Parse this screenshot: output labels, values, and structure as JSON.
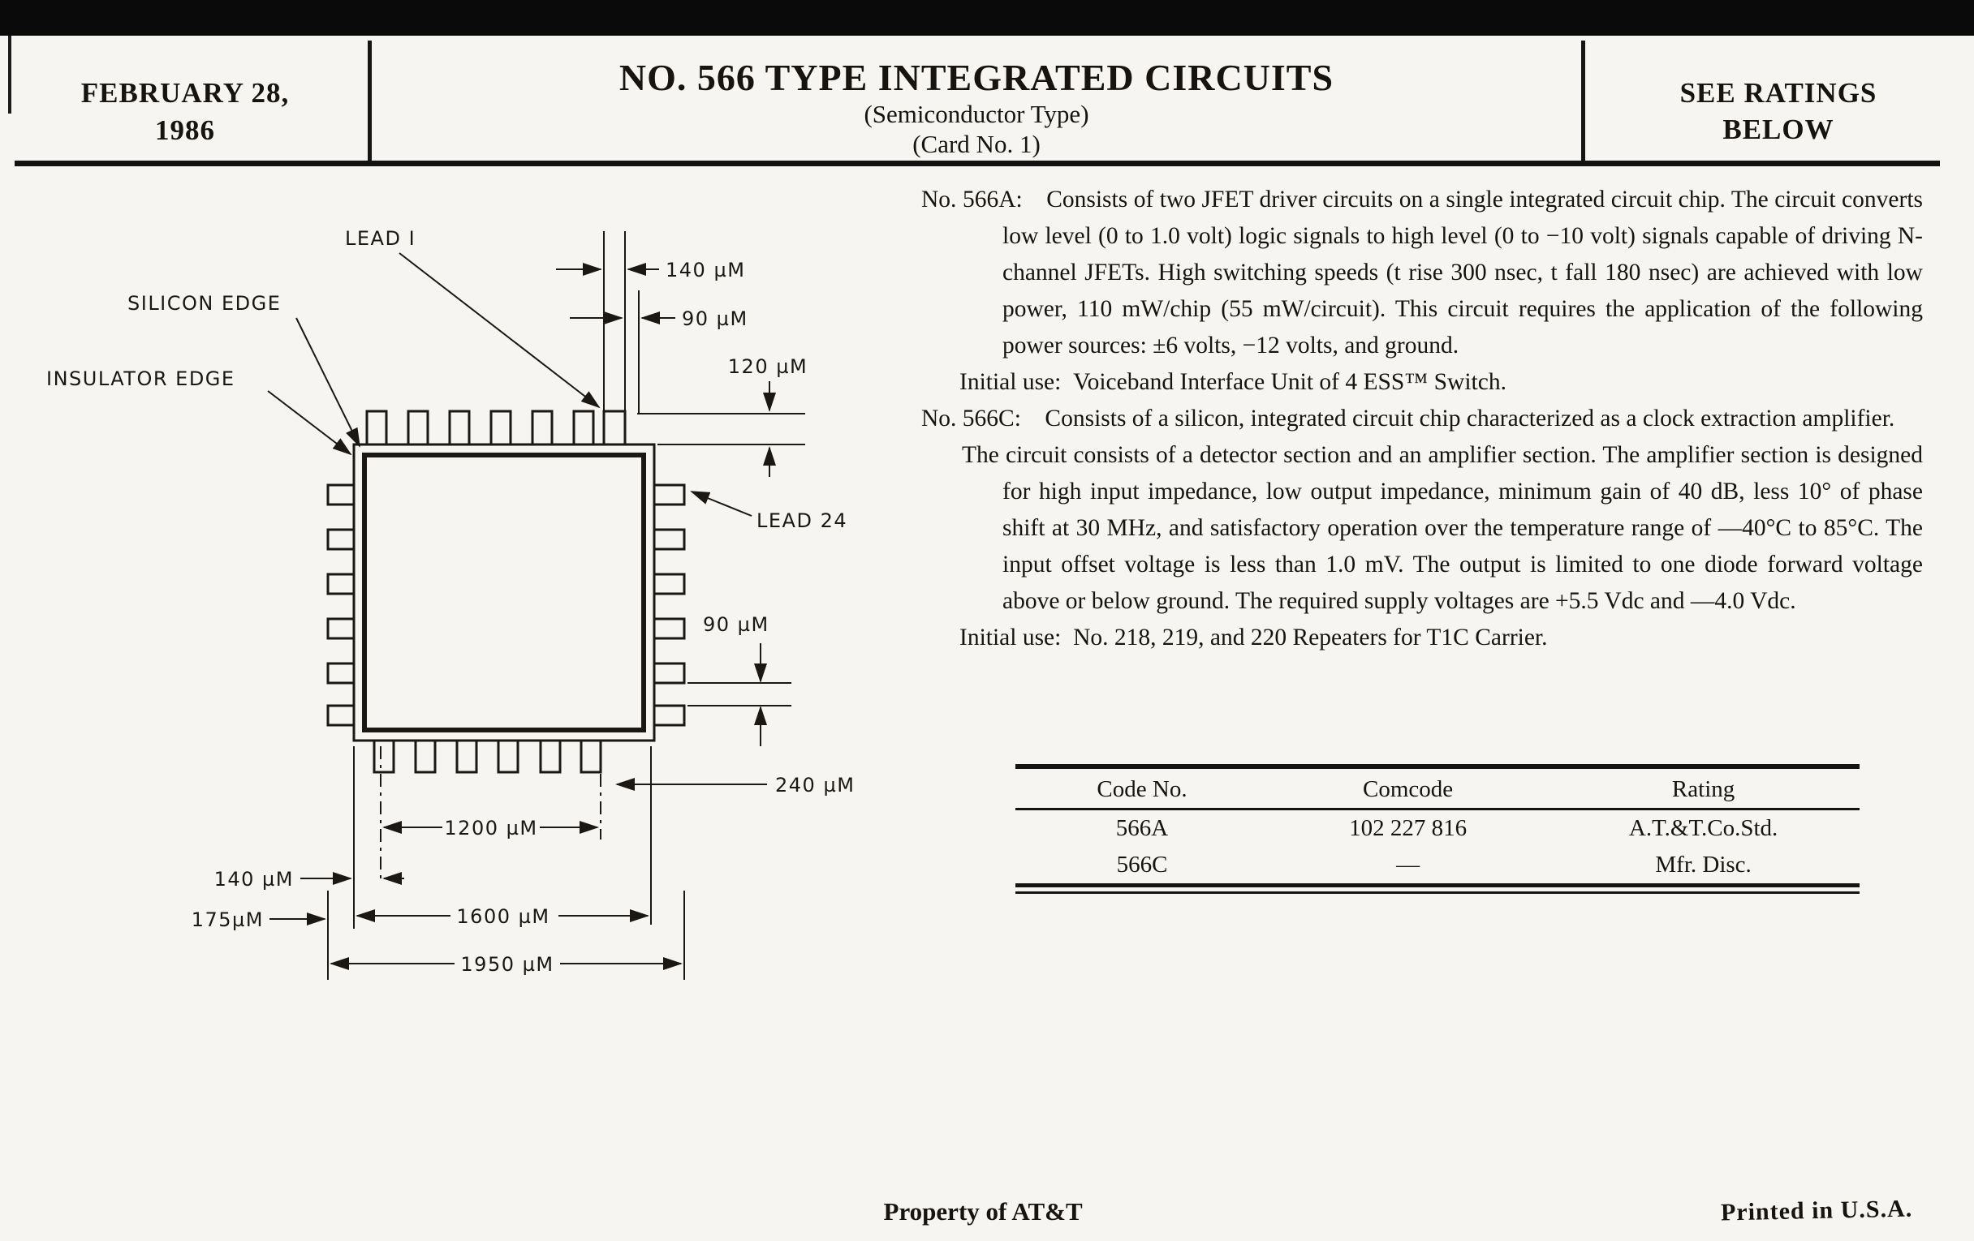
{
  "colors": {
    "paper": "#f6f5f1",
    "ink": "#17140f",
    "rule": "#121212"
  },
  "header": {
    "date_line1": "FEBRUARY 28,",
    "date_line2": "1986",
    "title": "NO. 566 TYPE INTEGRATED CIRCUITS",
    "subtitle": "(Semiconductor Type)",
    "card_no": "(Card No. 1)",
    "ratings_line1": "SEE RATINGS",
    "ratings_line2": "BELOW"
  },
  "description": {
    "paragraphs": [
      {
        "text": "No. 566A: Consists of two JFET driver circuits on a single integrated circuit chip. The circuit converts low level (0 to 1.0 volt) logic signals to high level (0 to −10 volt) signals capable of driving N-channel JFETs. High switching speeds (t rise 300 nsec, t fall 180 nsec) are achieved with low power, 110 mW/chip (55 mW/circuit). This circuit requires the application of the following power sources: ±6 volts, −12 volts, and ground."
      },
      {
        "text": "Initial use: Voiceband Interface Unit of 4 ESS™ Switch."
      },
      {
        "text": "No. 566C: Consists of a silicon, integrated circuit chip characterized as a clock extraction amplifier."
      },
      {
        "text": "The circuit consists of a detector section and an amplifier section. The amplifier section is designed for high input impedance, low output impedance, minimum gain of 40 dB, less 10° of phase shift at 30 MHz, and satisfactory operation over the temperature range of —40°C to 85°C. The input offset voltage is less than 1.0 mV. The output is limited to one diode forward voltage above or below ground. The required supply voltages are +5.5 Vdc and —4.0 Vdc."
      },
      {
        "text": "Initial use: No. 218, 219, and 220 Repeaters for T1C Carrier."
      }
    ]
  },
  "ratings_table": {
    "headers": [
      "Code No.",
      "Comcode",
      "Rating"
    ],
    "rows": [
      [
        "566A",
        "102 227 816",
        "A.T.&T.Co.Std."
      ],
      [
        "566C",
        "—",
        "Mfr. Disc."
      ]
    ]
  },
  "footer": {
    "property": "Property of AT&T",
    "printed": "Printed in U.S.A."
  },
  "diagram": {
    "labels": {
      "lead1": "LEAD I",
      "silicon_edge": "SILICON EDGE",
      "insulator_edge": "INSULATOR EDGE",
      "dim_140_top": "140 µM",
      "dim_90_top": "90 µM",
      "dim_120": "120 µM",
      "lead24": "LEAD 24",
      "dim_90_right": "90 µM",
      "dim_240": "240 µM",
      "dim_1200": "1200 µM",
      "dim_140_left": "140 µM",
      "dim_175": "175µM",
      "dim_1600": "1600 µM",
      "dim_1950": "1950 µM"
    }
  }
}
